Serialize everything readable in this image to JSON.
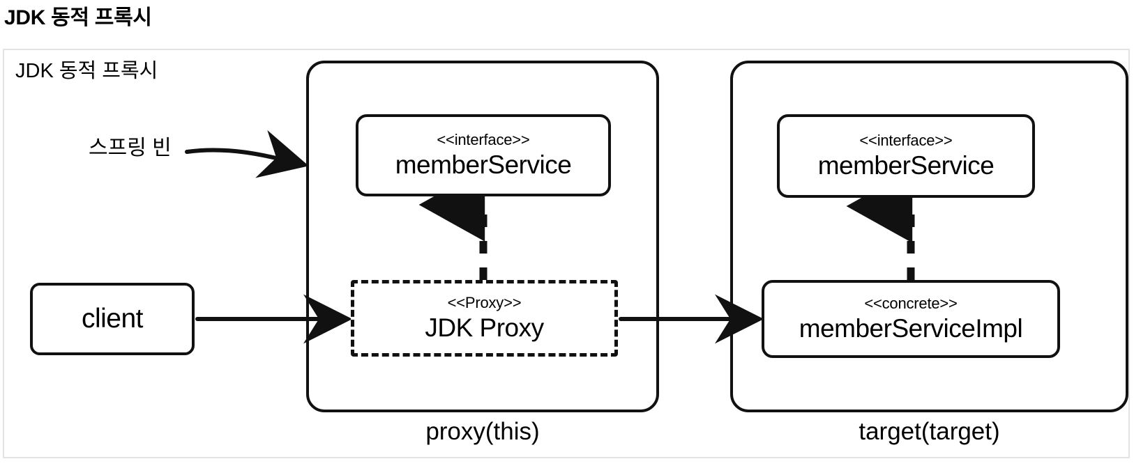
{
  "page": {
    "title": "JDK 동적 프록시"
  },
  "figure": {
    "caption": "JDK 동적 프록시",
    "border_color": "#e3e3e3",
    "stroke_color": "#111111",
    "background": "#ffffff",
    "annotations": {
      "spring_bean": "스프링 빈"
    },
    "containers": [
      {
        "name": "proxy-container",
        "bottom_caption": "proxy(this)",
        "members": [
          {
            "stereotype": "<<interface>>",
            "name": "memberService"
          },
          {
            "stereotype": "<<Proxy>>",
            "name": "JDK Proxy",
            "style": "dashed"
          }
        ]
      },
      {
        "name": "target-container",
        "bottom_caption": "target(target)",
        "members": [
          {
            "stereotype": "<<interface>>",
            "name": "memberService"
          },
          {
            "stereotype": "<<concrete>>",
            "name": "memberServiceImpl",
            "style": "solid"
          }
        ]
      }
    ],
    "external_nodes": [
      {
        "name": "client"
      }
    ],
    "edges": [
      {
        "from": "스프링 빈",
        "to": "proxy-container",
        "style": "solid-arrow-curved"
      },
      {
        "from": "client",
        "to": "JDK Proxy",
        "style": "solid-arrow"
      },
      {
        "from": "JDK Proxy",
        "to": "memberServiceImpl",
        "style": "solid-arrow"
      },
      {
        "from": "JDK Proxy",
        "to": "memberService",
        "style": "dashed-realization"
      },
      {
        "from": "memberServiceImpl",
        "to": "memberService",
        "style": "dashed-realization"
      }
    ]
  }
}
